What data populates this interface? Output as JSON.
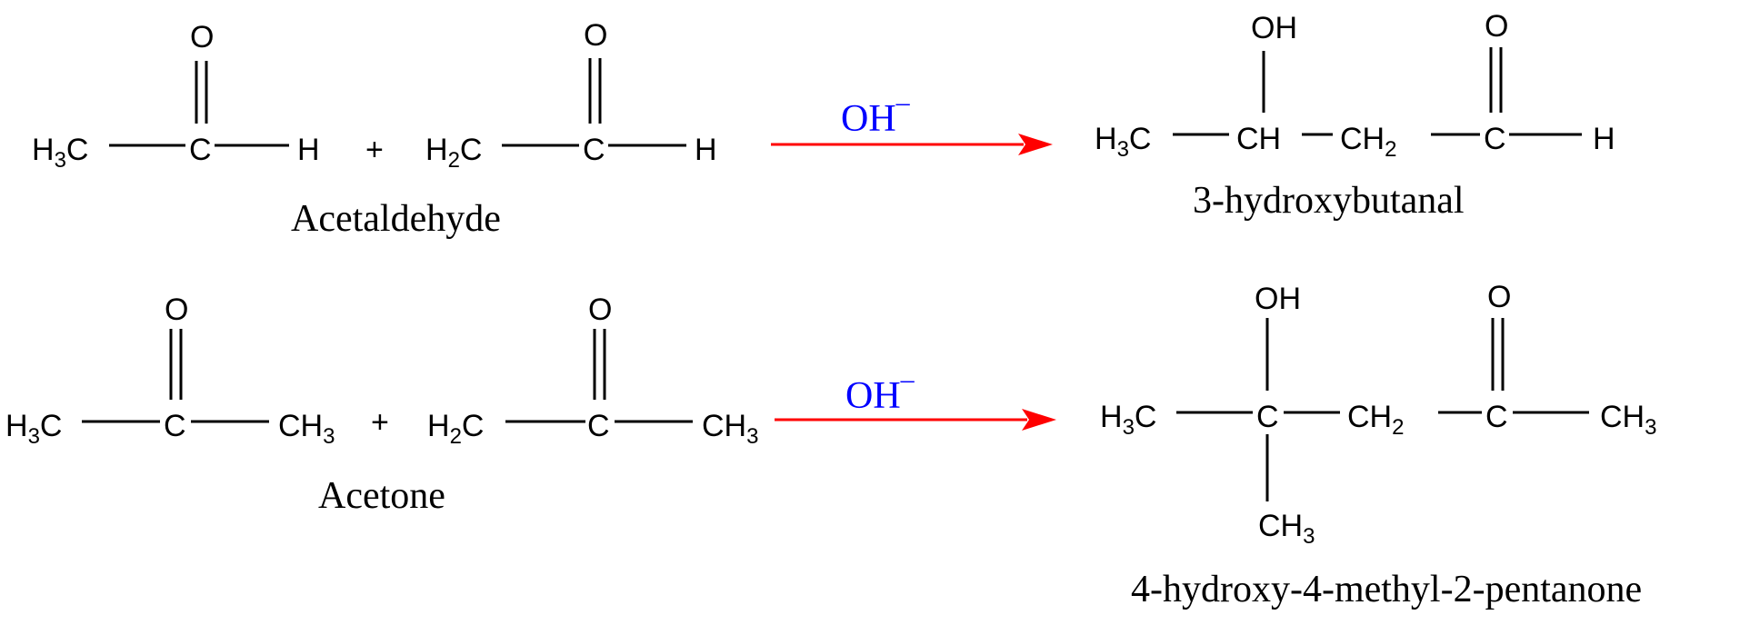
{
  "plus": "+",
  "reaction1": {
    "reactant_a": {
      "H3C": [
        "H",
        "3",
        "C"
      ],
      "C": "C",
      "O": "O",
      "H": "H"
    },
    "reactant_b": {
      "H2C": [
        "H",
        "2",
        "C"
      ],
      "C": "C",
      "O": "O",
      "H": "H"
    },
    "reactant_name": "Acetaldehyde",
    "catalyst": [
      "OH",
      "–"
    ],
    "product": {
      "H3C": [
        "H",
        "3",
        "C"
      ],
      "CH": "CH",
      "OH": "OH",
      "CH2": [
        "CH",
        "2"
      ],
      "C": "C",
      "O": "O",
      "H": "H"
    },
    "product_name": "3-hydroxybutanal"
  },
  "reaction2": {
    "reactant_a": {
      "H3C": [
        "H",
        "3",
        "C"
      ],
      "C": "C",
      "O": "O",
      "CH3": [
        "CH",
        "3"
      ]
    },
    "reactant_b": {
      "H2C": [
        "H",
        "2",
        "C"
      ],
      "C": "C",
      "O": "O",
      "CH3": [
        "CH",
        "3"
      ]
    },
    "reactant_name": "Acetone",
    "catalyst": [
      "OH",
      "–"
    ],
    "product": {
      "H3C": [
        "H",
        "3",
        "C"
      ],
      "C_center": "C",
      "OH": "OH",
      "CH3_bottom": [
        "CH",
        "3"
      ],
      "CH2": [
        "CH",
        "2"
      ],
      "C": "C",
      "O": "O",
      "CH3_right": [
        "CH",
        "3"
      ]
    },
    "product_name": "4-hydroxy-4-methyl-2-pentanone"
  },
  "colors": {
    "arrow": "#ff0000",
    "catalyst": "#0000ff",
    "text": "#000000"
  }
}
